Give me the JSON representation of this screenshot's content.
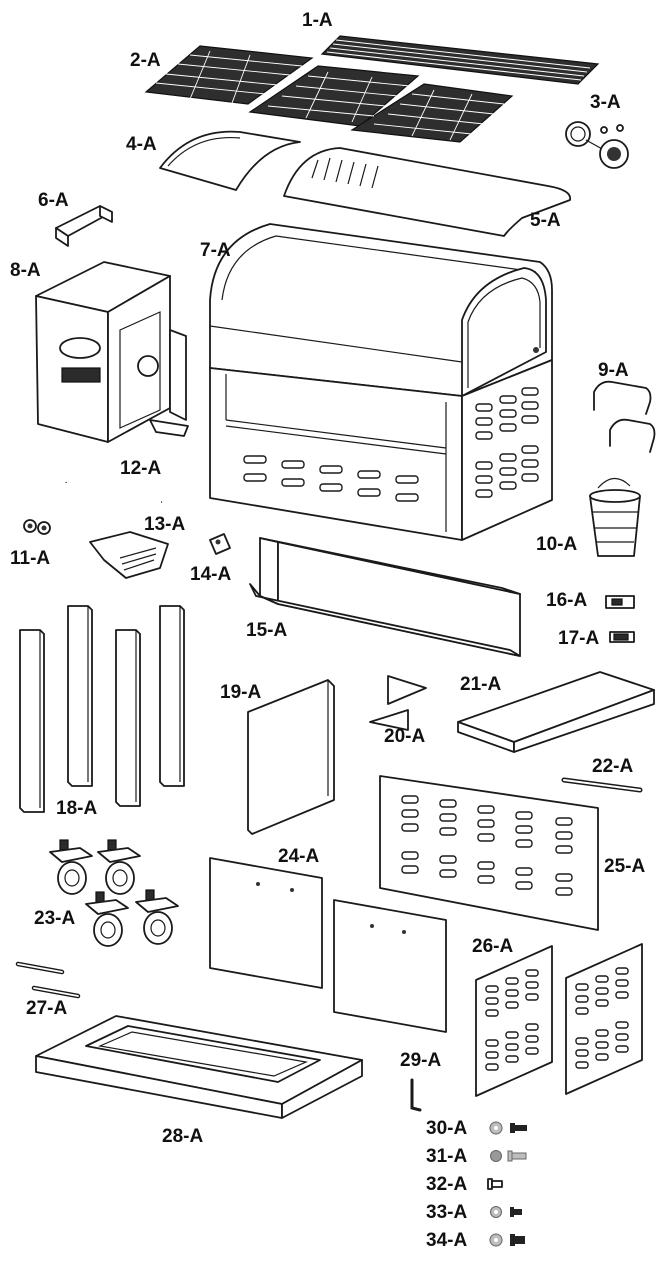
{
  "diagram": {
    "parts": [
      {
        "id": "1-A"
      },
      {
        "id": "2-A"
      },
      {
        "id": "3-A"
      },
      {
        "id": "4-A"
      },
      {
        "id": "5-A"
      },
      {
        "id": "6-A"
      },
      {
        "id": "7-A"
      },
      {
        "id": "8-A"
      },
      {
        "id": "9-A"
      },
      {
        "id": "10-A"
      },
      {
        "id": "11-A"
      },
      {
        "id": "12-A"
      },
      {
        "id": "13-A"
      },
      {
        "id": "14-A"
      },
      {
        "id": "15-A"
      },
      {
        "id": "16-A"
      },
      {
        "id": "17-A"
      },
      {
        "id": "18-A"
      },
      {
        "id": "19-A"
      },
      {
        "id": "20-A"
      },
      {
        "id": "21-A"
      },
      {
        "id": "22-A"
      },
      {
        "id": "23-A"
      },
      {
        "id": "24-A"
      },
      {
        "id": "25-A"
      },
      {
        "id": "26-A"
      },
      {
        "id": "27-A"
      },
      {
        "id": "28-A"
      },
      {
        "id": "29-A"
      },
      {
        "id": "30-A"
      },
      {
        "id": "31-A"
      },
      {
        "id": "32-A"
      },
      {
        "id": "33-A"
      },
      {
        "id": "34-A"
      }
    ],
    "colors": {
      "line": "#1a1a1a",
      "grate": "#2e2e2e",
      "hardware": "#bdbdbd",
      "background": "#ffffff"
    }
  }
}
